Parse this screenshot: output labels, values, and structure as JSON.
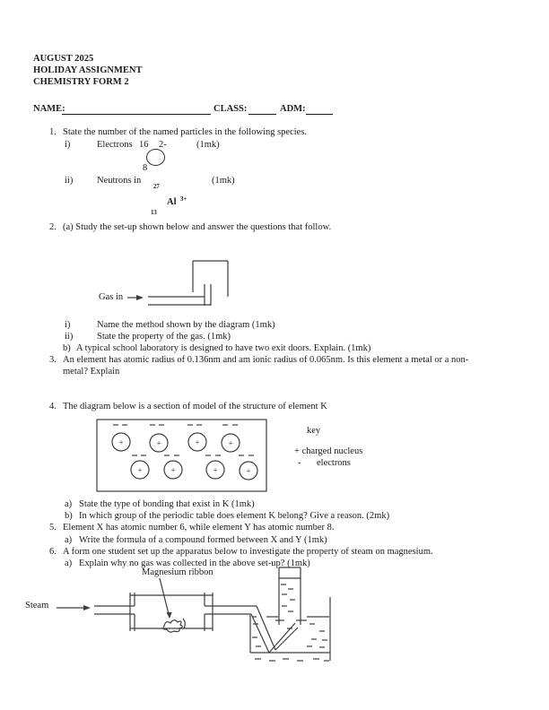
{
  "header": {
    "line1": "AUGUST 2025",
    "line2": "HOLIDAY ASSIGNMENT",
    "line3": "CHEMISTRY FORM 2"
  },
  "student_fields": {
    "name_label": "NAME:",
    "class_label": "CLASS:",
    "adm_label": "ADM:"
  },
  "q1": {
    "number": "1.",
    "text": "State the number of the named particles in the following species.",
    "i_label": "i)",
    "i_text": "Electrons",
    "i_marks": "(1mk)",
    "species1_mass": "16",
    "species1_charge": "2-",
    "species1_atomic": "8",
    "ii_label": "ii)",
    "ii_text": "Neutrons in",
    "ii_marks": "(1mk)",
    "species2_mass": "27",
    "species2_symbol": "Al",
    "species2_charge": "3+",
    "species2_atomic": "13"
  },
  "q2": {
    "number": "2.",
    "text": "(a) Study the set-up shown below and answer the questions that follow.",
    "gas_in_label": "Gas in",
    "i_label": "i)",
    "i_text": "Name the method shown by the diagram (1mk)",
    "ii_label": "ii)",
    "ii_text": "State the property of the gas. (1mk)",
    "b_label": "b)",
    "b_text": "A typical school laboratory is designed to have two exit doors. Explain. (1mk)"
  },
  "q3": {
    "number": "3.",
    "line1": "An element has atomic radius of 0.136nm and am ionic radius of 0.065nm. Is this element a metal or a non-",
    "line2": "metal? Explain"
  },
  "q4": {
    "number": "4.",
    "text": "The diagram below is a section of model of the structure of element K",
    "nucleus_symbol": "+",
    "key_title": "key",
    "key_plus": "+ charged nucleus",
    "key_minus_sign": "-",
    "key_minus_label": "electrons",
    "a_label": "a)",
    "a_text": "State the type of bonding that exist in K (1mk)",
    "b_label": "b)",
    "b_text": "In which group of the periodic table does element K belong? Give a reason. (2mk)"
  },
  "q5": {
    "number": "5.",
    "text": "Element X has atomic number 6, while element Y has atomic number 8.",
    "a_label": "a)",
    "a_text": "Write the formula of a compound formed between X and Y (1mk)"
  },
  "q6": {
    "number": "6.",
    "text": "A form one student set up the apparatus below to investigate the property of steam on magnesium.",
    "a_label": "a)",
    "a_text": "Explain why no gas was collected in the above set-up? (1mk)",
    "mg_label": "Magnesium ribbon",
    "steam_label": "Steam"
  }
}
